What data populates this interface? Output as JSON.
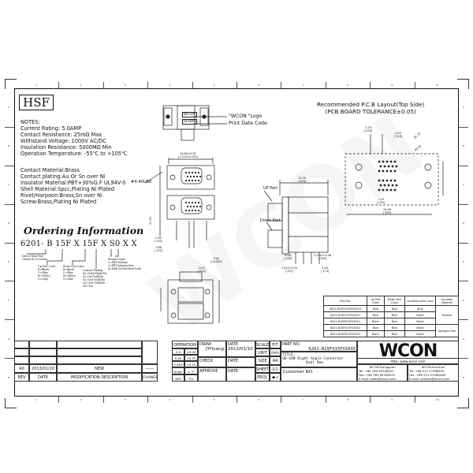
{
  "frame": {
    "column_numbers": [
      "1",
      "2",
      "3",
      "4",
      "5",
      "6",
      "7",
      "8",
      "9",
      "10"
    ],
    "row_letters": [
      "A",
      "B",
      "C",
      "D",
      "E",
      "F",
      "G",
      "H"
    ]
  },
  "logo_box": "HSF",
  "notes": {
    "title": "NOTES:",
    "lines": [
      "Current Rating: 5.0AMP",
      "Contact Resistance: 25mΩ Max",
      "Withstand Voltage: 1000V AC/DC",
      "Insulation Resistance: 5000MΩ Min",
      "Operation Temperature: -55℃ to +105℃"
    ],
    "materials": [
      "Contact Material:Brass",
      "Contact plating:Au Or Sn over Ni",
      "Insulator Material:PBT+30%G.F UL94V-0",
      "Shell Material:Spcc,Plating Ni Plated",
      "Rivet/Harpoon:Brass,Sn over Ni",
      "Screw:Brass,Plating Ni Plated"
    ]
  },
  "ordering": {
    "title": "Ordering Information",
    "code": "6201- B 15F X 15F X  S0  X  X",
    "dist": [
      "Dist of Dual Port",
      "Center B=19.05mm"
    ],
    "up_port_color": [
      "Up Port Color",
      "B=Black",
      "U=Blue",
      "W=White",
      "G=Gray"
    ],
    "down_port_color": [
      "Down Port Color",
      "B=Black",
      "U=Blue",
      "W=White",
      "G=Gray"
    ],
    "contact_plating": [
      "Contact Plating",
      "S0=Gold Flash/Tin",
      "S1=3u\"Gold/Tin",
      "S2=10u\"Gold/Tin",
      "S3=30u\"Gold/Tin",
      "SN=Tin"
    ],
    "product_type": [
      "Product Type",
      "1=PBT Normal",
      "2=PBT halogen free",
      "4=With Screw(Steel lock)"
    ]
  },
  "top_view": {
    "logo_label": "\"WCON \"Logo",
    "date_code_label": "Print Date Code",
    "stamp_logo": "WCON",
    "stamp_code": "0(000)"
  },
  "front_view": {
    "thread_label": "#4-40UNC",
    "dims": {
      "overall": "30.80±0.38",
      "overall_in": "[1.213±0.015]",
      "d1": "24.99",
      "d1_in": "[.984]",
      "d2": "16.33",
      "d2_in": "[.643]",
      "d3": "2.29",
      "d3_in": "[.090]",
      "h1": "1.90±0.1",
      "h2": "21.95",
      "h2_in": "[.864]",
      "h3": "19.05",
      "h3_in": "[.750]",
      "p1": "0.80",
      "p1_in": "[.032]",
      "p2": "3.86",
      "p2_in": "[.152]",
      "p3": "0.64",
      "p3_in": "[.025]SQ",
      "p4": "0.25",
      "p4_in": "[.010]",
      "p5": "2.70",
      "p5_in": "[.106]"
    }
  },
  "side_view": {
    "up_port": "UP Port",
    "down_port": "Down Port",
    "dims": {
      "w": "15.35",
      "w_in": "[.604]",
      "a": "5.90",
      "a_in": "[.232]",
      "b": "5.08",
      "b_in": "[.200]",
      "c": "2.54x2=5.08",
      "c_in": "[.200]",
      "d": "2.5x3=4.20",
      "d_in": "[.197]",
      "e": "4.40",
      "e_in": "[.173]"
    }
  },
  "pcb_layout": {
    "title": "Recommended P.C.B Layout(Top Side)",
    "subtitle": "(PCB BOARD TOLERANCE±0.05)",
    "dims": {
      "a": "2.29",
      "a_in": "[.090]",
      "b": "0.25",
      "b_in": "[.010]",
      "c": "Ø1.15",
      "c_in": "[.045]",
      "d": "Ø3.05",
      "d_in": "[.120]",
      "e": "24.99",
      "e_in": "[.984]",
      "f": "9.58",
      "f_in": "[.377]",
      "g": "8.03",
      "g_in": "[.316]"
    }
  },
  "parts_table": {
    "headers": [
      "Part No.",
      "Up Port Color",
      "Down Port Color",
      "Locating plate Color",
      "Insulator Material"
    ],
    "rows": [
      [
        "6201-B15FU15FUS0214",
        "Blue",
        "Blue",
        "Blue",
        ""
      ],
      [
        "6201-B15FU15FUS011",
        "Blue",
        "Blue",
        "Black",
        "Normal"
      ],
      [
        "6201-B15FB15FUS011",
        "Black",
        "Blue",
        "Black",
        ""
      ],
      [
        "6201-B15FU15FUS012",
        "Blue",
        "Blue",
        "Black",
        "Halogen Free"
      ],
      [
        "6201-B15FB15FUS012",
        "Black",
        "Blue",
        "Black",
        ""
      ]
    ]
  },
  "title_block": {
    "revision": {
      "rev": "A0",
      "date": "2013/01/10",
      "description": "NEW",
      "change": "------",
      "headers": [
        "REV",
        "DATE",
        "MODIFICATION  DESCRIPTION",
        "CHANGE"
      ]
    },
    "operation": {
      "header": "OPERATION",
      "rows": [
        [
          "X.X",
          "±0.40"
        ],
        [
          "X.XX",
          "±0.25"
        ],
        [
          "X.XXX",
          "±0.15"
        ],
        [
          "Angle",
          "± 3°"
        ],
        [
          "DIM",
          "TOL"
        ]
      ]
    },
    "draw_label": "DRAW",
    "draw_name": "JYHuang",
    "check_label": "CHECK",
    "approve_label": "APPROVE",
    "date_label": "DATE",
    "date_value": "2013/01/10",
    "scale_label": "SCALE",
    "scale_value": "FIT",
    "unit_label": "UNIT",
    "unit_value": "mm",
    "size_label": "SIZE",
    "size_value": "A4",
    "sheet_label": "SHEET",
    "sheet_value": "1/1",
    "proj_label": "PROJ.",
    "proj_value": "◆◁",
    "part_no_label": "PART NO.",
    "part_no_value": "6201-B15FX15FXS0XX",
    "title_label": "TITLE:",
    "title_value_1": "SD-SUB Right Angle Connector",
    "title_value_2": "Dual Row",
    "customer_label": "Customer NO."
  },
  "company": {
    "logo": "WCON",
    "url": "Http: www.wcon.com",
    "dongguan": [
      "WCON-Dongguan",
      "Tel: +86 769 85358920",
      "Fax: +86 769 85358915",
      "E-mail: sales@wcon.com"
    ],
    "kunshan": [
      "WCON-Kunshan",
      "Tel: +86 512 57488405",
      "Fax: +86 512 57488408",
      "E-mail: salesks@wcon.com"
    ]
  }
}
